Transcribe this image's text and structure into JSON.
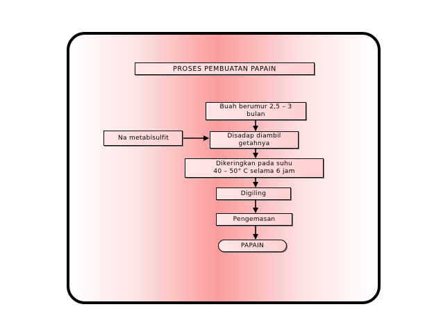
{
  "diagram": {
    "title": "PROSES PEMBUATAN  PAPAIN",
    "input": "Na metabisulfit",
    "steps": [
      "Buah berumur 2,5 – 3\nbulan",
      "Disadap diambil\ngetahnya",
      "Dikeringkan pada suhu\n40 – 50° C selama 6 jam",
      "Digiling",
      "Pengemasan",
      "PAPAIN"
    ]
  }
}
